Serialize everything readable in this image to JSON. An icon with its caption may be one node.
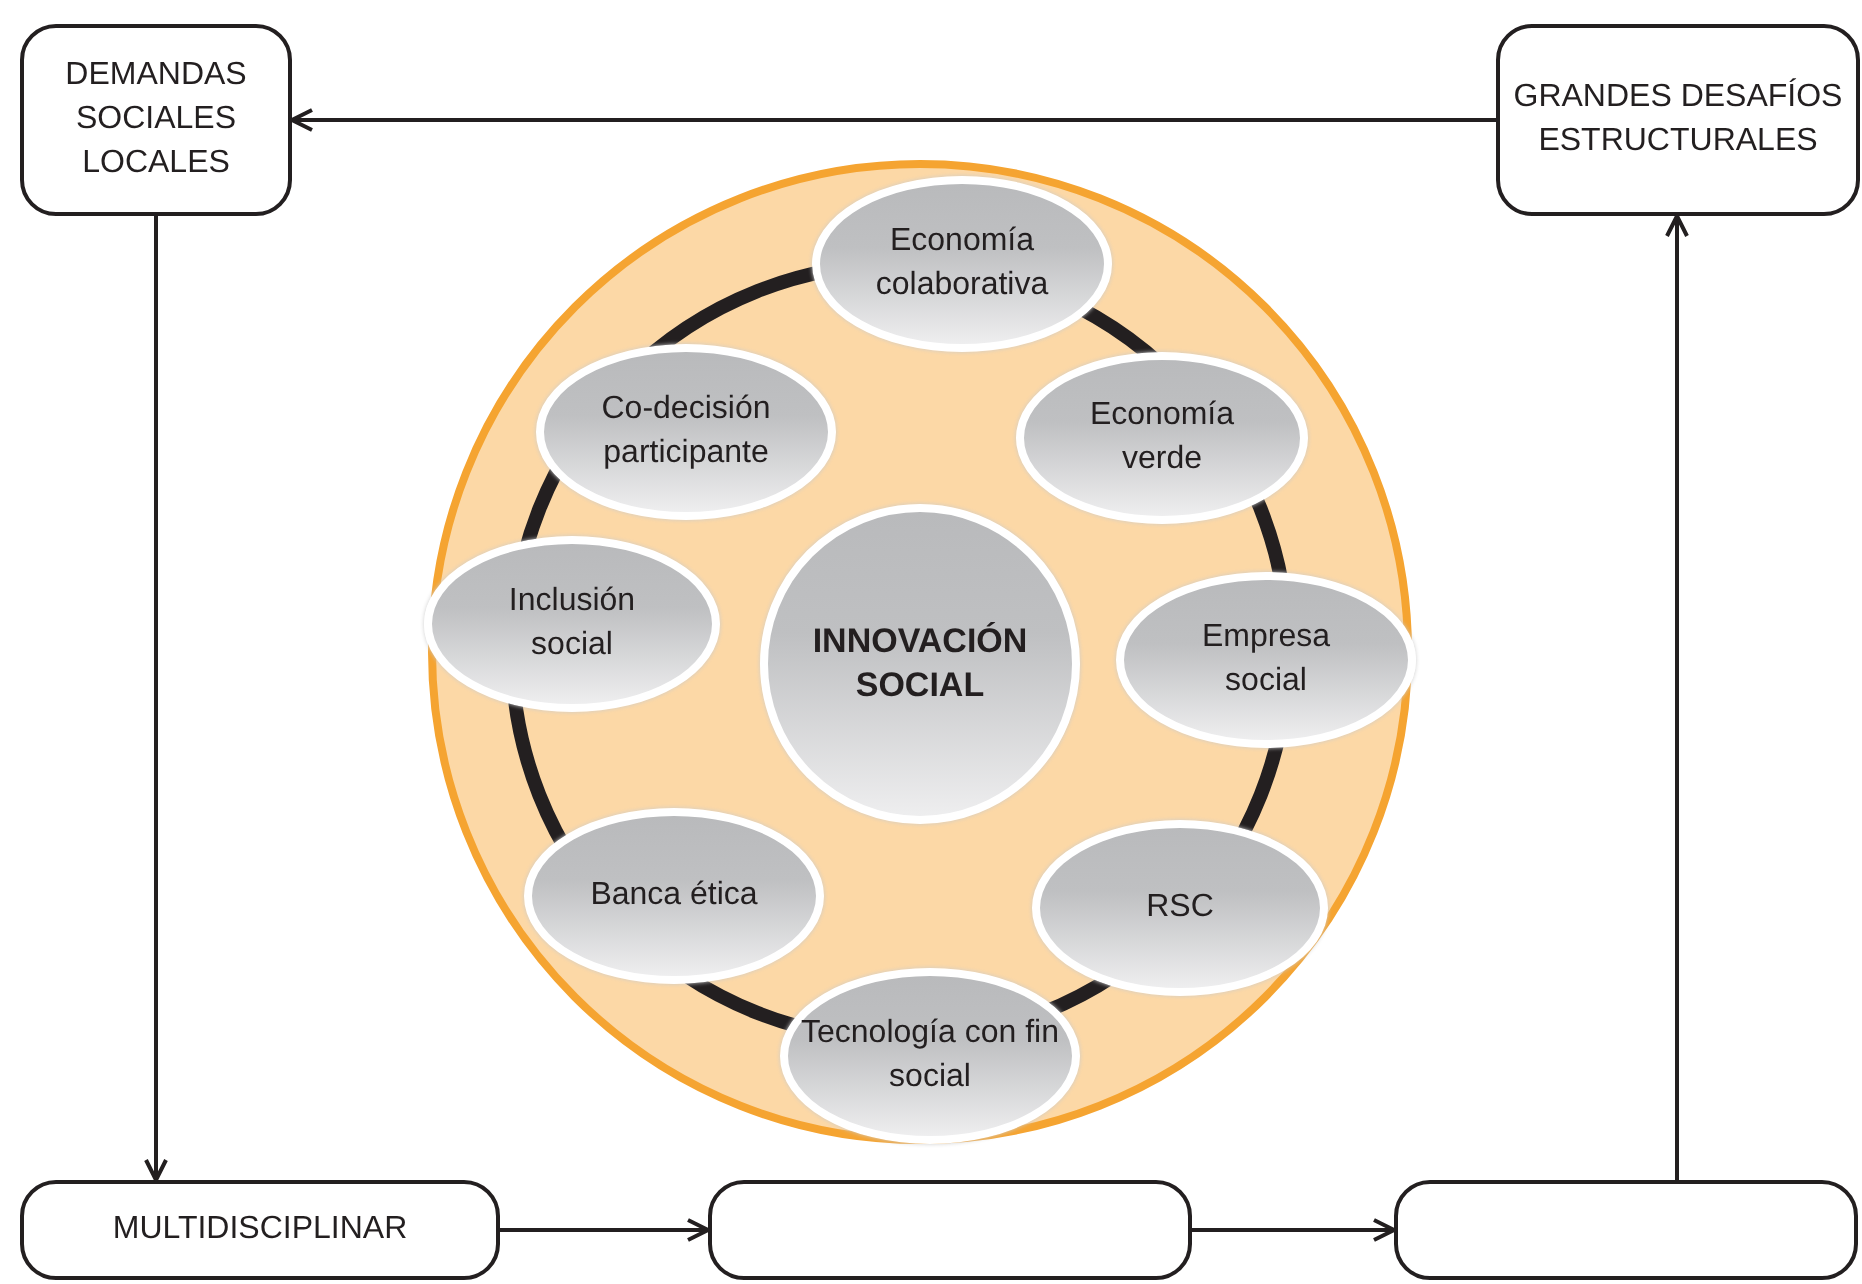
{
  "diagram": {
    "nodes": [
      {
        "text": [
          "DEMANDAS SOCIALES LOCALES"
        ]
      },
      {
        "text": [
          "GRANDES DESAFÍOS ESTRUCTURALES"
        ]
      },
      {
        "text": [],
        "shape": "circle"
      },
      {
        "text": [
          "Economía colaborativa"
        ],
        "in": 2
      },
      {
        "text": [
          "Co-decisión participante"
        ],
        "in": 2
      },
      {
        "text": [
          "Economía verde"
        ],
        "in": 2
      },
      {
        "text": [
          "Inclusión social"
        ],
        "in": 2
      },
      {
        "text": [
          "INNOVACIÓN SOCIAL"
        ],
        "in": 2
      },
      {
        "text": [
          "Empresa social"
        ],
        "in": 2
      },
      {
        "text": [
          "Banca ética"
        ],
        "in": 2
      },
      {
        "text": [
          "RSC"
        ],
        "in": 2
      },
      {
        "text": [
          "Tecnología con fin social"
        ],
        "in": 2
      },
      {
        "text": [
          "MULTIDISCIPLINAR"
        ]
      },
      {
        "text": [],
        "shape": "box"
      },
      {
        "text": [],
        "shape": "box"
      }
    ],
    "edges": [
      {
        "from": 1,
        "to": 0,
        "arrow": "to"
      },
      {
        "from": 0,
        "to": 12,
        "arrow": "to"
      },
      {
        "from": 12,
        "to": 13,
        "arrow": "to"
      },
      {
        "from": 13,
        "to": 14,
        "arrow": "to"
      },
      {
        "from": 14,
        "to": 1,
        "arrow": "to"
      }
    ]
  }
}
